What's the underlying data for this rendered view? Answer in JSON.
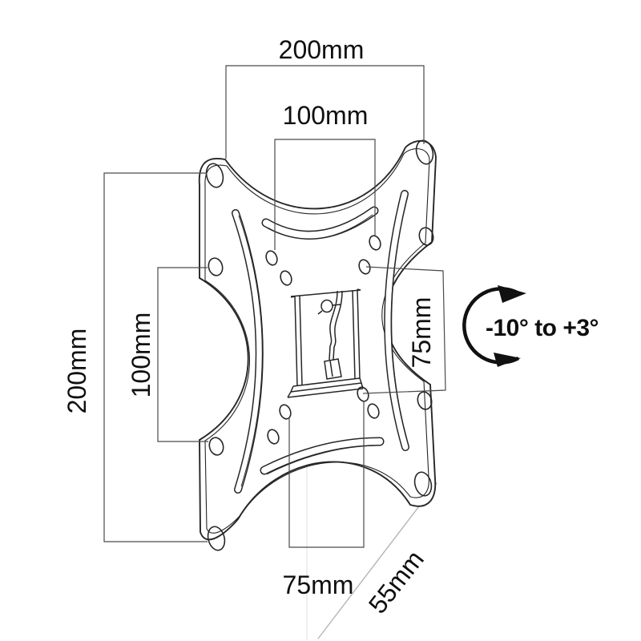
{
  "diagram": {
    "dimensions": {
      "top_outer": "200mm",
      "top_inner": "100mm",
      "left_outer": "200mm",
      "left_inner": "100mm",
      "right_vesa": "75mm",
      "bottom_vesa": "75mm",
      "depth": "55mm"
    },
    "tilt": {
      "range": "-10° to +3°"
    },
    "colors": {
      "plate_line": "#262626",
      "dimension_line": "#4a4a4a",
      "faint_line": "#b5b5b5",
      "background": "#ffffff",
      "text": "#0f0f0f"
    }
  }
}
